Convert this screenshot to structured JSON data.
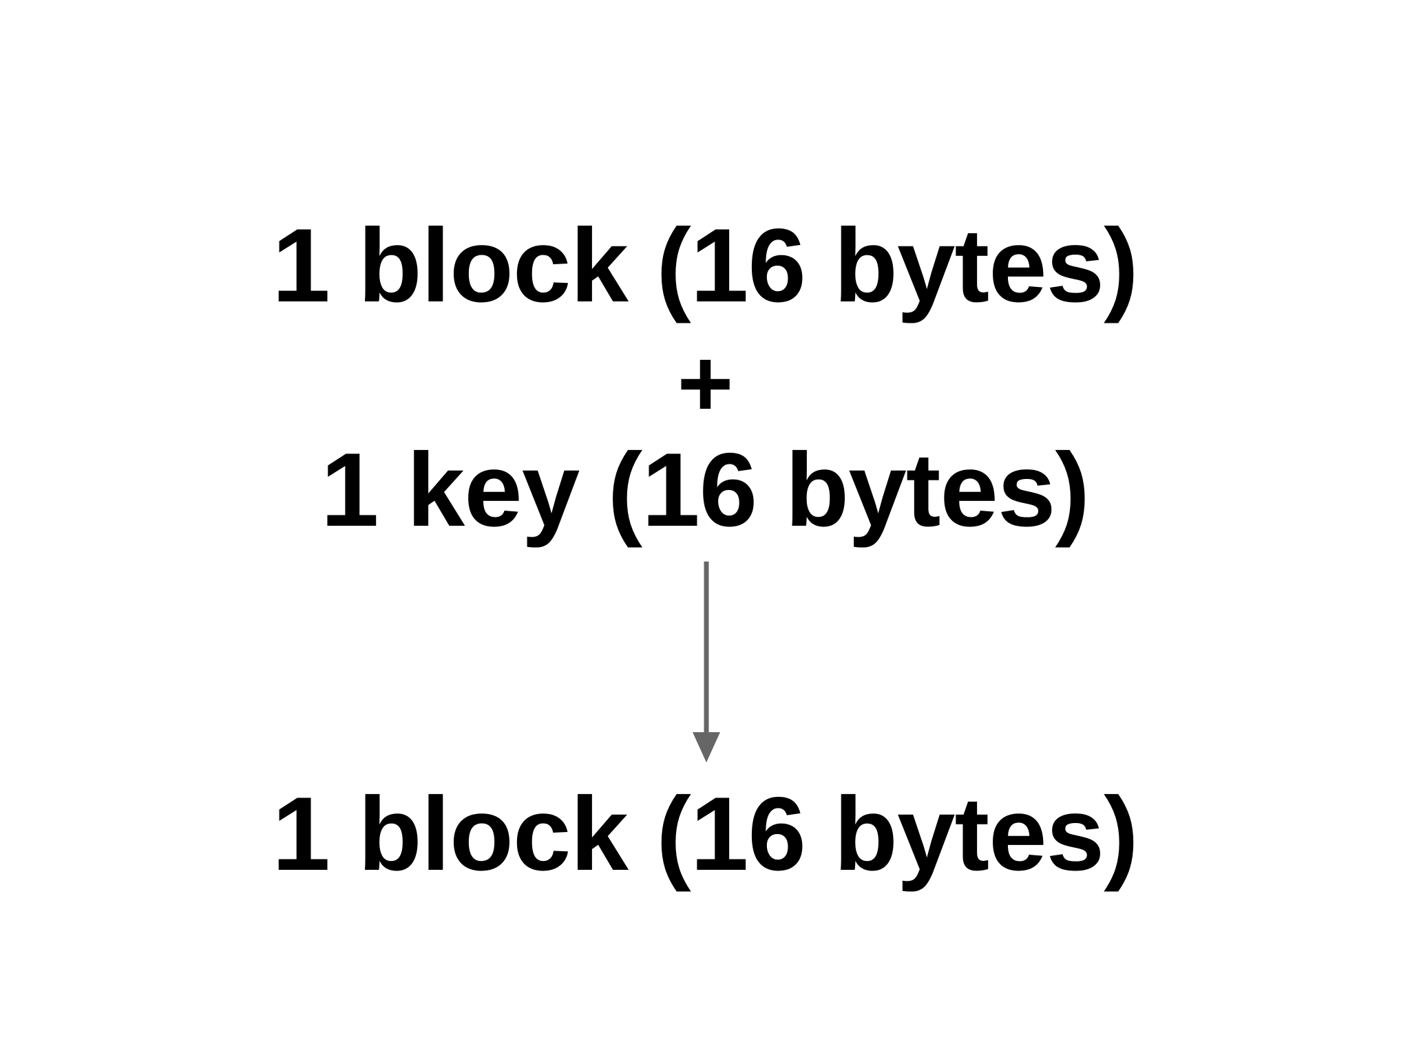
{
  "slide": {
    "background_color": "#ffffff",
    "text_color": "#000000",
    "arrow_color": "#666666",
    "inputs": {
      "block_line": "1 block (16 bytes)",
      "operator": "+",
      "key_line": "1 key (16 bytes)"
    },
    "flow": {
      "arrow_icon": "down-arrow-icon",
      "direction": "down"
    },
    "output": {
      "block_line": "1 block (16 bytes)"
    }
  }
}
